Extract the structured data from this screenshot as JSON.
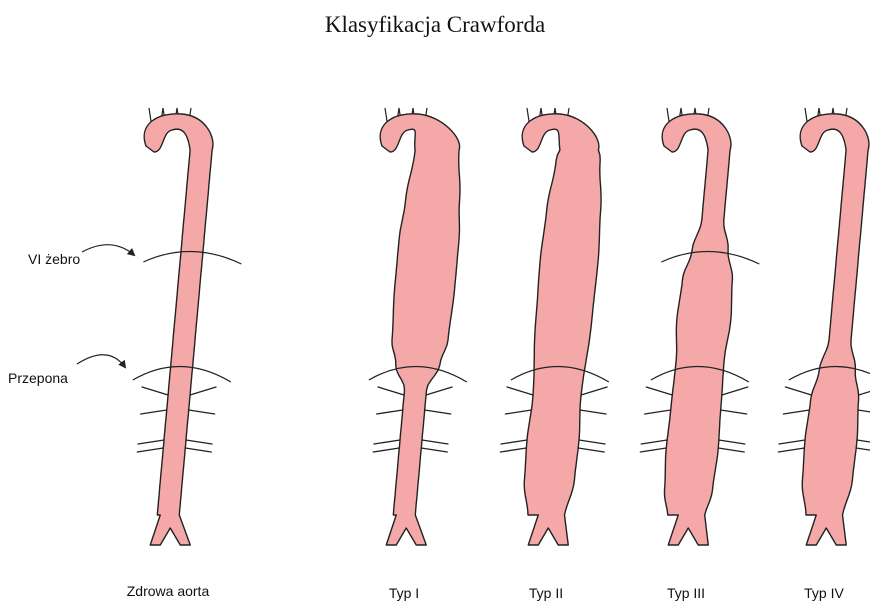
{
  "title": "Klasyfikacja Crawforda",
  "colors": {
    "aorta_fill": "#f4a9a8",
    "outline": "#222222"
  },
  "labels": {
    "rib": "VI żebro",
    "diaphragm": "Przepona"
  },
  "captions": [
    "Zdrowa aorta",
    "Typ I",
    "Typ II",
    "Typ III",
    "Typ IV"
  ]
}
